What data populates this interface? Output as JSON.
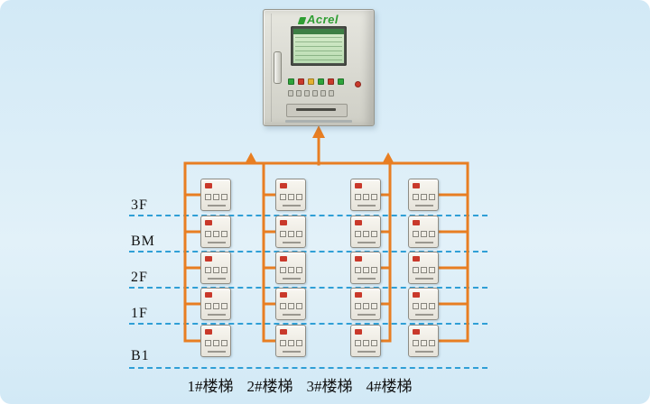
{
  "colors": {
    "background_top": "#d2e9f6",
    "background_bottom": "#e2f1f9",
    "line_orange": "#e87e22",
    "divider_blue": "#2f9fd6",
    "brand_green": "#2f9e33",
    "led_red": "#c9392b",
    "lcd_green": "#b9dcb2"
  },
  "cabinet": {
    "brand": "Acrel",
    "indicator_colors": [
      "#2ea43b",
      "#c9392b",
      "#e3b02f",
      "#2ea43b",
      "#c9392b",
      "#2ea43b"
    ],
    "key_count": 6
  },
  "floors": [
    {
      "label": "3F"
    },
    {
      "label": "BM"
    },
    {
      "label": "2F"
    },
    {
      "label": "1F"
    },
    {
      "label": "B1"
    }
  ],
  "columns": [
    {
      "label": "1#楼梯"
    },
    {
      "label": "2#楼梯"
    },
    {
      "label": "3#楼梯"
    },
    {
      "label": "4#楼梯"
    }
  ]
}
